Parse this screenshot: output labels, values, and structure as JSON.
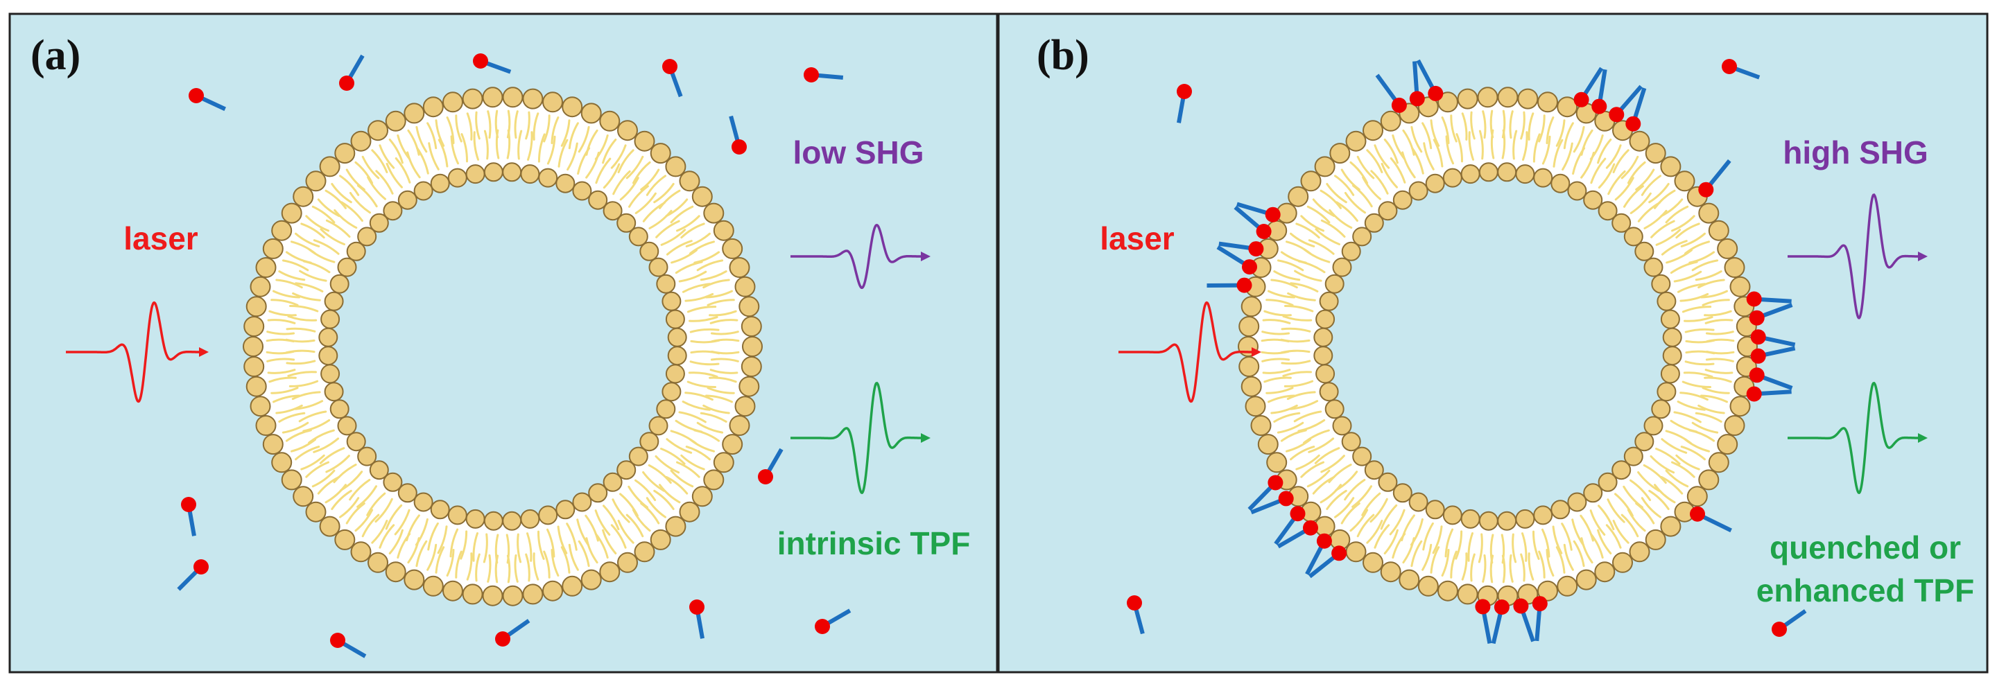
{
  "colors": {
    "background": "#c8e7ee",
    "border": "#222222",
    "headgroup": "#eccb7e",
    "headgroup_stroke": "#8a6d34",
    "tail": "#f3dc7d",
    "molecule_head": "#ee0000",
    "molecule_tail": "#1d6fbf",
    "laser": "#ee1b1b",
    "shg": "#7a35a0",
    "tpf": "#1fa34a"
  },
  "panels": [
    {
      "label": "(a)",
      "laser_label": "laser",
      "shg_label": "low SHG",
      "tpf_label_lines": [
        "intrinsic TPF"
      ],
      "shg_amplitude": 0.7,
      "tpf_amplitude": 1.0,
      "bound_clusters": []
    },
    {
      "label": "(b)",
      "laser_label": "laser",
      "shg_label": "high SHG",
      "tpf_label_lines": [
        "quenched or",
        "enhanced TPF"
      ],
      "shg_amplitude": 1.0,
      "tpf_amplitude": 1.0,
      "bound_clusters": [
        {
          "angle_deg": 108,
          "count": 3
        },
        {
          "angle_deg": 65,
          "count": 4
        },
        {
          "angle_deg": 158,
          "count": 5
        },
        {
          "angle_deg": 0,
          "count": 6
        },
        {
          "angle_deg": 222,
          "count": 6
        },
        {
          "angle_deg": 273,
          "count": 4
        },
        {
          "angle_deg": 37,
          "count": 1
        },
        {
          "angle_deg": 320,
          "count": 1
        }
      ]
    }
  ]
}
